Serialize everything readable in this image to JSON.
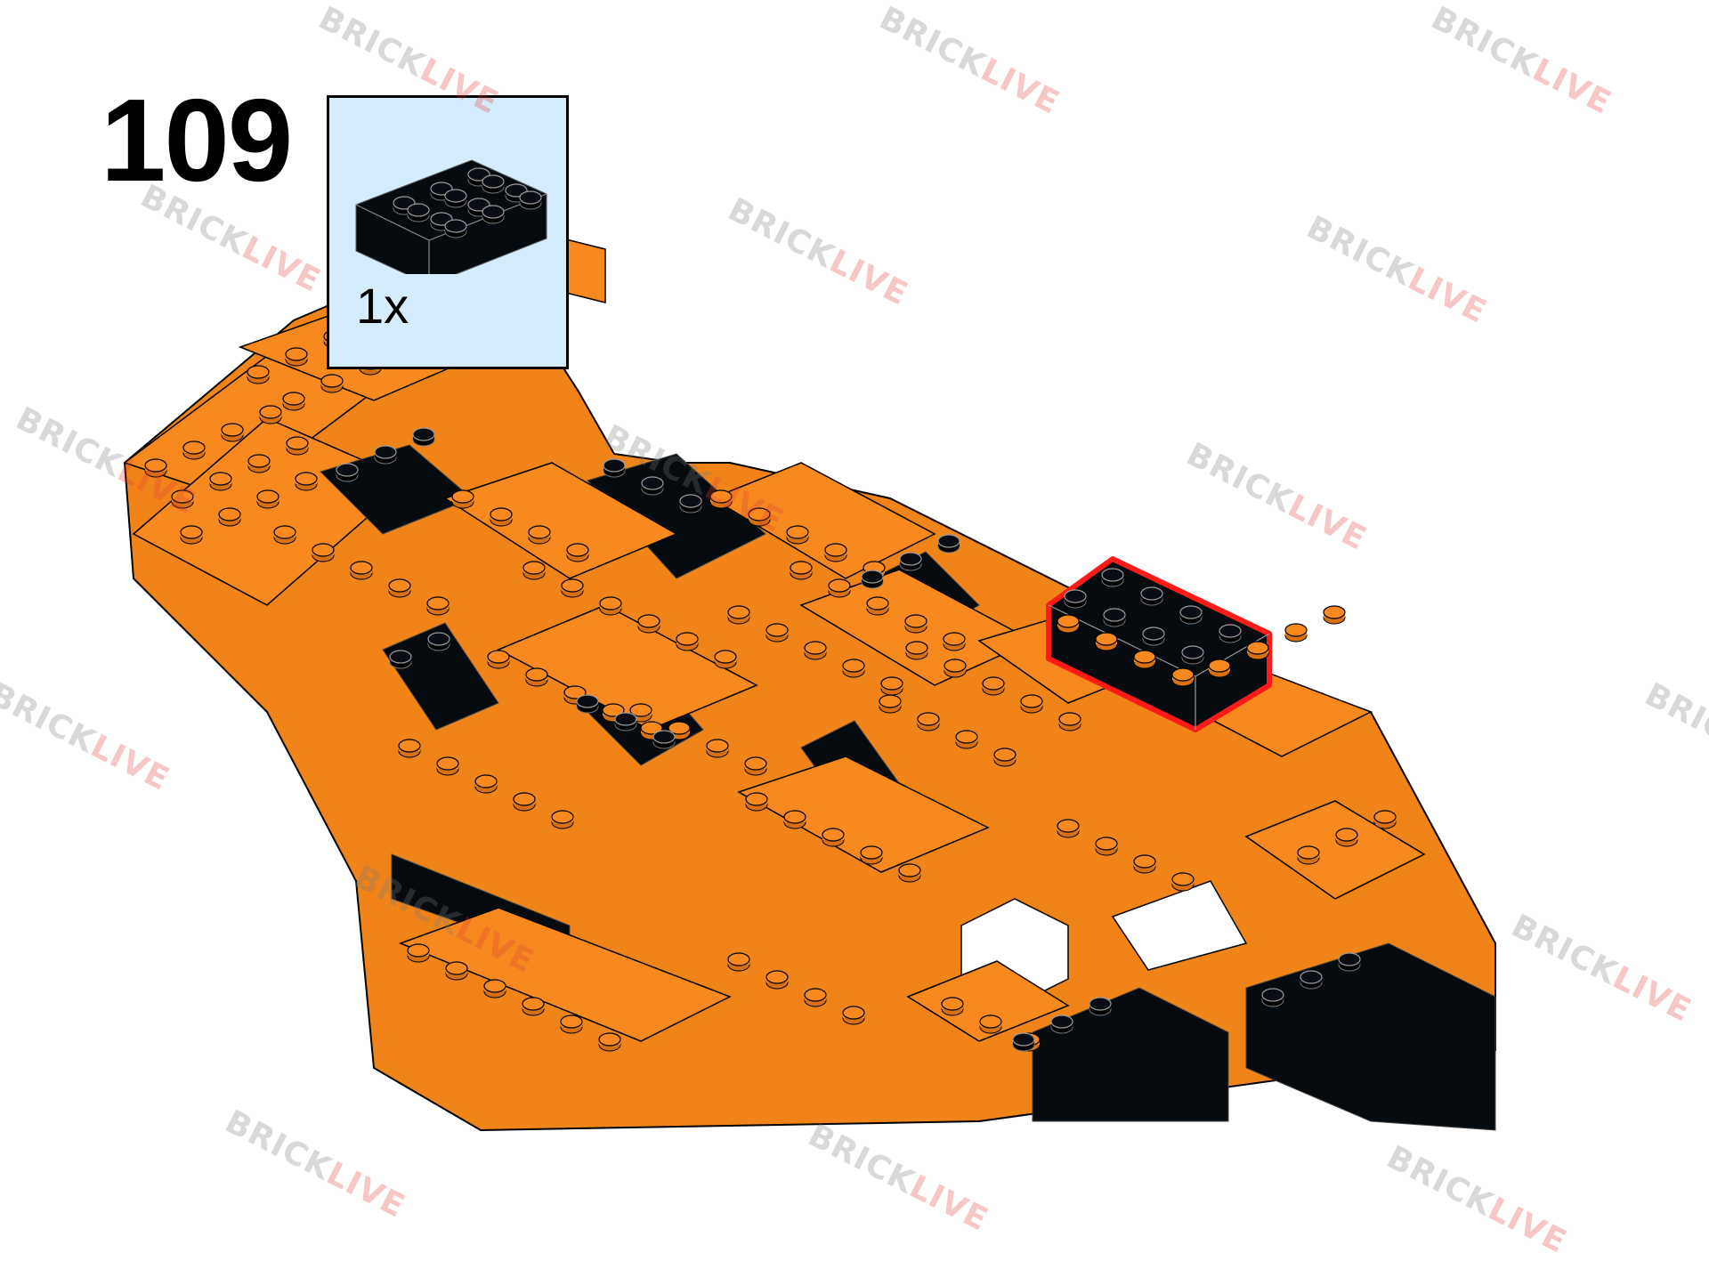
{
  "step": {
    "number": "109"
  },
  "parts": {
    "quantity": "1x",
    "part_icon": "black-2x4-brick-icon"
  },
  "watermark": {
    "text_a": "BRICK",
    "text_b": "LIVE",
    "color_a": "#777777",
    "color_b": "#e33b3b"
  },
  "colors": {
    "orange": "#f7891e",
    "orange_side": "#f08418",
    "black": "#060b10",
    "highlight": "#ff1a1a",
    "parts_bg": "#d4ecfb",
    "white": "#ffffff"
  }
}
